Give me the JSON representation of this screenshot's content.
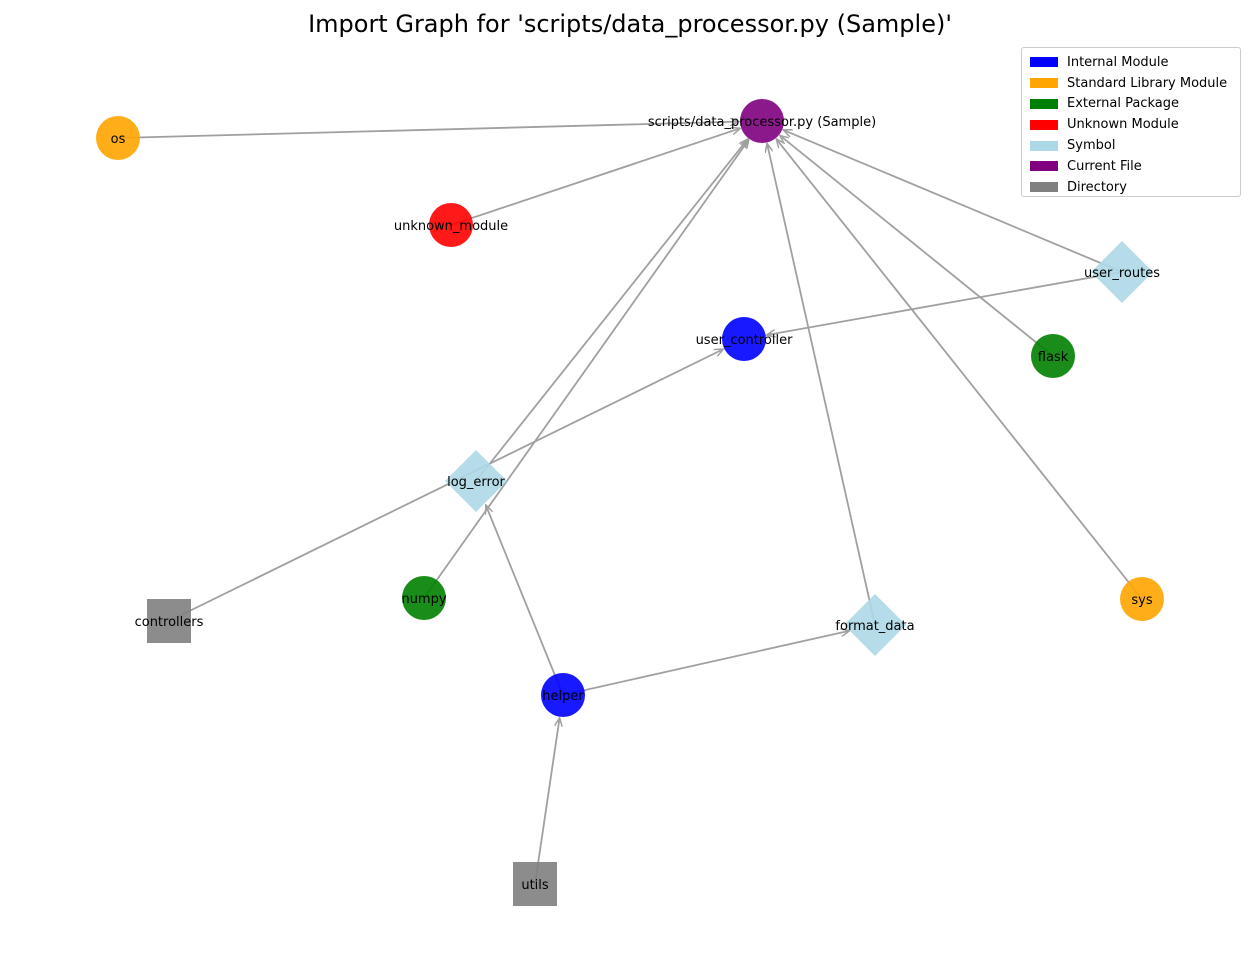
{
  "title": "Import Graph for 'scripts/data_processor.py (Sample)'",
  "colors": {
    "Internal Module": "#0000ff",
    "Standard Library Module": "#ffa500",
    "External Package": "#008000",
    "Unknown Module": "#ff0000",
    "Symbol": "#add8e6",
    "Current File": "#800080",
    "Directory": "#808080",
    "edge": "#a0a0a0"
  },
  "legend": [
    {
      "label": "Internal Module",
      "type": "Internal Module"
    },
    {
      "label": "Standard Library Module",
      "type": "Standard Library Module"
    },
    {
      "label": "External Package",
      "type": "External Package"
    },
    {
      "label": "Unknown Module",
      "type": "Unknown Module"
    },
    {
      "label": "Symbol",
      "type": "Symbol"
    },
    {
      "label": "Current File",
      "type": "Current File"
    },
    {
      "label": "Directory",
      "type": "Directory"
    }
  ],
  "nodes": [
    {
      "id": "current",
      "label": "scripts/data_processor.py (Sample)",
      "type": "Current File",
      "shape": "circle"
    },
    {
      "id": "os",
      "label": "os",
      "type": "Standard Library Module",
      "shape": "circle"
    },
    {
      "id": "unknown_module",
      "label": "unknown_module",
      "type": "Unknown Module",
      "shape": "circle"
    },
    {
      "id": "user_routes",
      "label": "user_routes",
      "type": "Symbol",
      "shape": "diamond"
    },
    {
      "id": "user_controller",
      "label": "user_controller",
      "type": "Internal Module",
      "shape": "circle"
    },
    {
      "id": "flask",
      "label": "flask",
      "type": "External Package",
      "shape": "circle"
    },
    {
      "id": "log_error",
      "label": "log_error",
      "type": "Symbol",
      "shape": "diamond"
    },
    {
      "id": "numpy",
      "label": "numpy",
      "type": "External Package",
      "shape": "circle"
    },
    {
      "id": "controllers",
      "label": "controllers",
      "type": "Directory",
      "shape": "square"
    },
    {
      "id": "format_data",
      "label": "format_data",
      "type": "Symbol",
      "shape": "diamond"
    },
    {
      "id": "sys",
      "label": "sys",
      "type": "Standard Library Module",
      "shape": "circle"
    },
    {
      "id": "helper",
      "label": "helper",
      "type": "Internal Module",
      "shape": "circle"
    },
    {
      "id": "utils",
      "label": "utils",
      "type": "Directory",
      "shape": "square"
    }
  ],
  "edges": [
    {
      "from": "os",
      "to": "current"
    },
    {
      "from": "unknown_module",
      "to": "current"
    },
    {
      "from": "user_routes",
      "to": "current"
    },
    {
      "from": "flask",
      "to": "current"
    },
    {
      "from": "sys",
      "to": "current"
    },
    {
      "from": "format_data",
      "to": "current"
    },
    {
      "from": "log_error",
      "to": "current"
    },
    {
      "from": "numpy",
      "to": "current"
    },
    {
      "from": "user_routes",
      "to": "user_controller"
    },
    {
      "from": "controllers",
      "to": "user_controller"
    },
    {
      "from": "helper",
      "to": "log_error"
    },
    {
      "from": "helper",
      "to": "format_data"
    },
    {
      "from": "utils",
      "to": "helper"
    }
  ]
}
